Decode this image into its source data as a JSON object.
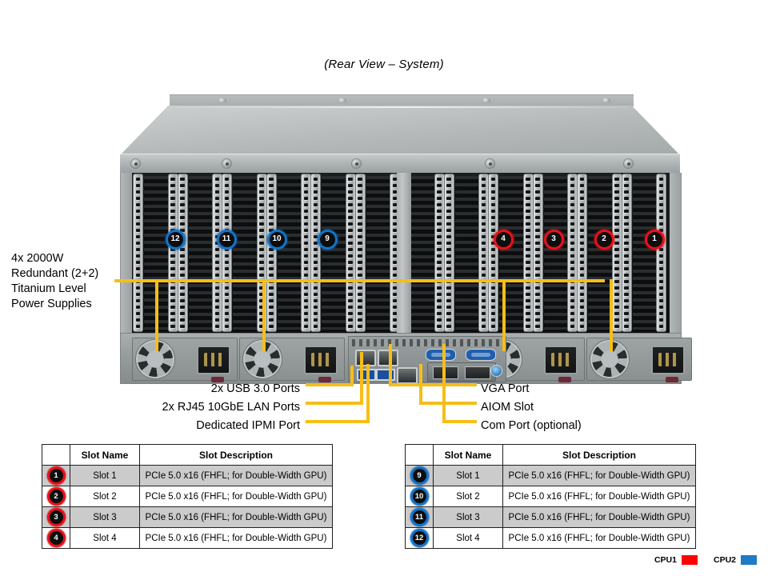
{
  "title": "(Rear View – System)",
  "colors": {
    "callout_line": "#F6BE18",
    "cpu1": "#ff0000",
    "cpu2": "#1f7bc4",
    "badge_red_ring": "#e8111a",
    "badge_blue_ring": "#1274c8"
  },
  "callouts": {
    "power_supplies": {
      "lines": [
        "4x 2000W",
        "Redundant (2+2)",
        "Titanium Level",
        "Power Supplies"
      ]
    },
    "left_bottom": [
      {
        "label": "2x USB 3.0 Ports"
      },
      {
        "label": "2x RJ45 10GbE LAN Ports"
      },
      {
        "label": "Dedicated IPMI  Port"
      }
    ],
    "right_bottom": [
      {
        "label": "VGA Port"
      },
      {
        "label": "AIOM Slot"
      },
      {
        "label": "Com Port (optional)"
      }
    ]
  },
  "chassis_badges": {
    "blue": [
      "12",
      "11",
      "10",
      "9"
    ],
    "red": [
      "4",
      "3",
      "2",
      "1"
    ]
  },
  "tables": [
    {
      "name": "cpu1-slot-table",
      "badge_color": "red",
      "headers": [
        "",
        "Slot Name",
        "Slot Description"
      ],
      "rows": [
        {
          "badge": "1",
          "slot_name": "Slot 1",
          "description": "PCIe  5.0 x16 (FHFL; for Double-Width  GPU)"
        },
        {
          "badge": "2",
          "slot_name": "Slot 2",
          "description": "PCIe  5.0 x16 (FHFL; for Double-Width  GPU)"
        },
        {
          "badge": "3",
          "slot_name": "Slot 3",
          "description": "PCIe  5.0 x16 (FHFL; for Double-Width  GPU)"
        },
        {
          "badge": "4",
          "slot_name": "Slot 4",
          "description": "PCIe  5.0 x16 (FHFL; for Double-Width  GPU)"
        }
      ]
    },
    {
      "name": "cpu2-slot-table",
      "badge_color": "blue",
      "headers": [
        "",
        "Slot Name",
        "Slot Description"
      ],
      "rows": [
        {
          "badge": "9",
          "slot_name": "Slot 1",
          "description": "PCIe  5.0 x16 (FHFL; for Double-Width  GPU)"
        },
        {
          "badge": "10",
          "slot_name": "Slot 2",
          "description": "PCIe  5.0 x16 (FHFL; for Double-Width  GPU)"
        },
        {
          "badge": "11",
          "slot_name": "Slot 3",
          "description": "PCIe  5.0 x16 (FHFL; for Double-Width  GPU)"
        },
        {
          "badge": "12",
          "slot_name": "Slot 4",
          "description": "PCIe  5.0 x16 (FHFL; for Double-Width  GPU)"
        }
      ]
    }
  ],
  "legend": [
    {
      "label": "CPU1",
      "color": "#ff0000"
    },
    {
      "label": "CPU2",
      "color": "#1f7bc4"
    }
  ]
}
